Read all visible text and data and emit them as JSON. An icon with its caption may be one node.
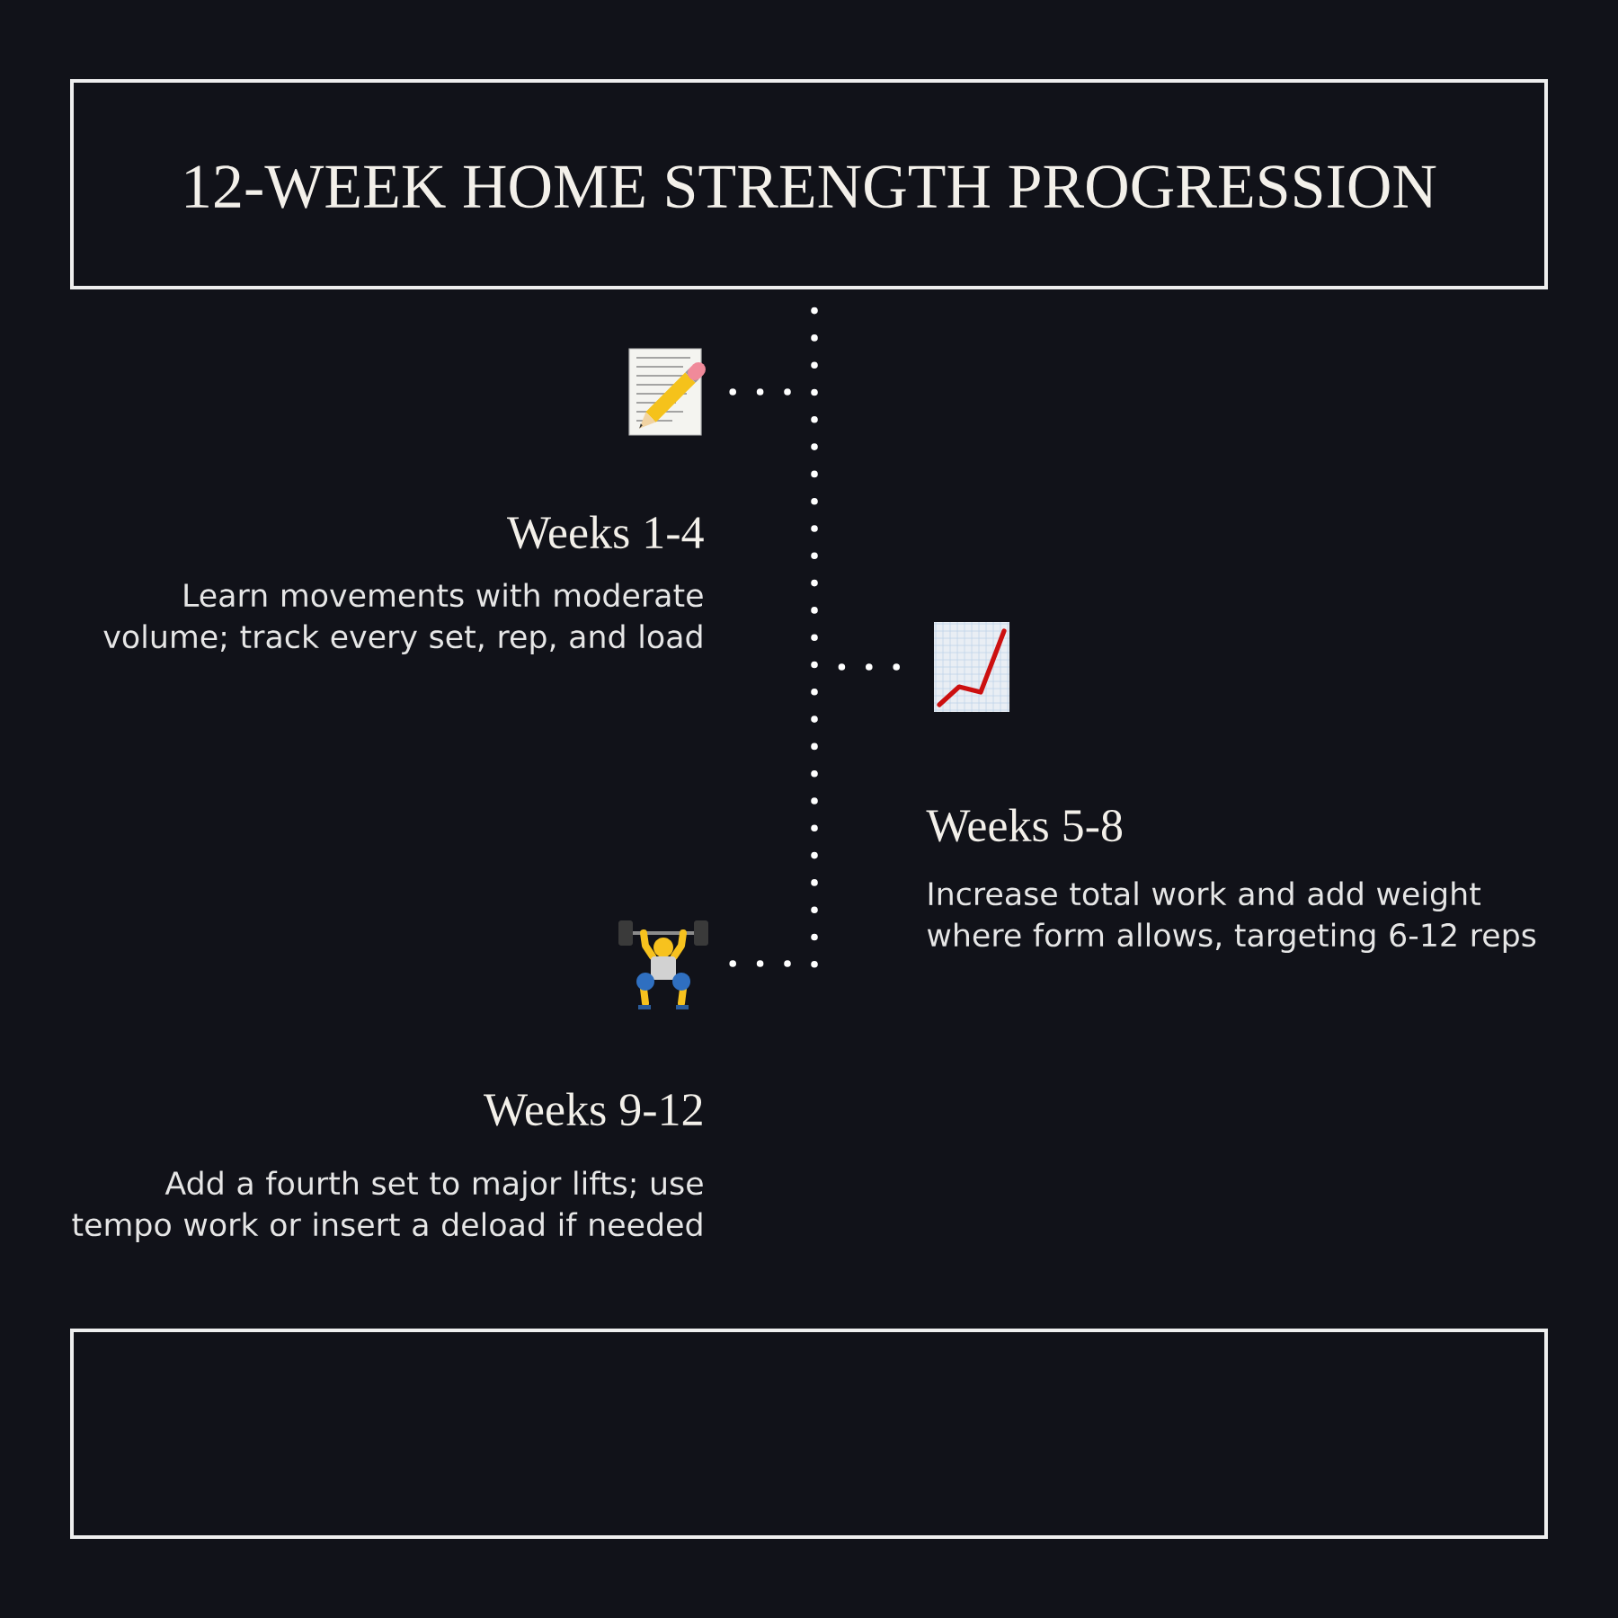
{
  "diagram": {
    "title": "12-WEEK HOME STRENGTH PROGRESSION",
    "nodes": [
      {
        "text": [],
        "shape": "line"
      },
      {
        "text": [],
        "shape": "picture",
        "beside": [
          "Weeks 1-4",
          "Learn movements with moderate volume; track every set, rep, and load"
        ]
      },
      {
        "text": [],
        "shape": "picture",
        "beside": [
          "Weeks 5-8",
          "Increase total work and add weight where form allows, targeting 6-12 reps"
        ]
      },
      {
        "text": [],
        "shape": "picture",
        "beside": [
          "Weeks 9-12",
          "Add a fourth set to major lifts; use tempo work or insert a deload if needed"
        ]
      },
      {
        "text": [],
        "shape": "box"
      }
    ],
    "edges": [
      {
        "from": 1,
        "to": 0,
        "arrow": "none"
      },
      {
        "from": 0,
        "to": 2,
        "arrow": "none"
      },
      {
        "from": 3,
        "to": 0,
        "arrow": "none"
      }
    ]
  }
}
